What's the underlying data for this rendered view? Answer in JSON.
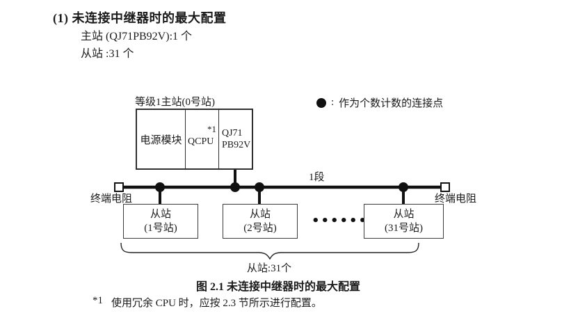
{
  "header": {
    "heading": "(1) 未连接中继器时的最大配置",
    "intro_line1": "主站 (QJ71PB92V):1 个",
    "intro_line2": "从站 :31 个"
  },
  "legend": {
    "separator": ":",
    "label": "作为个数计数的连接点"
  },
  "diagram": {
    "master_label": "等级1主站(0号站)",
    "master_cells": {
      "power": "电源模块",
      "cpu": "QCPU",
      "cpu_note": "*1",
      "module_line1": "QJ71",
      "module_line2": "PB92V"
    },
    "segment_label": "1段",
    "terminator_left": "终端电阻",
    "terminator_right": "终端电阻",
    "slaves": [
      {
        "title": "从站",
        "station": "(1号站)"
      },
      {
        "title": "从站",
        "station": "(2号站)"
      },
      {
        "title": "从站",
        "station": "(31号站)"
      }
    ],
    "ellipsis": "••••••",
    "brace_label": "从站:31个"
  },
  "caption": "图 2.1 未连接中继器时的最大配置",
  "footnote": {
    "marker": "*1",
    "text": "使用冗余 CPU 时，应按 2.3 节所示进行配置。"
  },
  "colors": {
    "background": "#ffffff",
    "text": "#1a1a1a",
    "line": "#111111",
    "box_border": "#2f2f2f"
  }
}
